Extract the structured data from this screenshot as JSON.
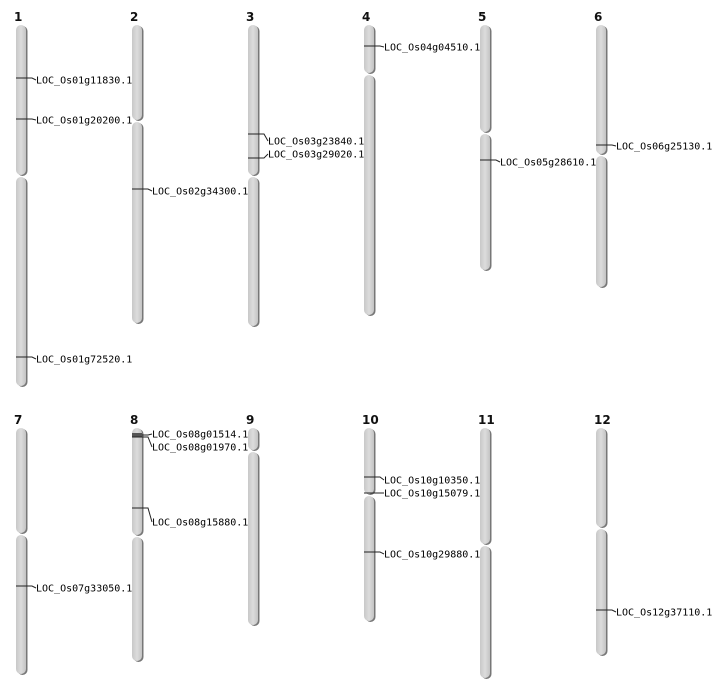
{
  "chromosomes": [
    {
      "name": "1",
      "genes": [
        "LOC_Os01g11830.1",
        "LOC_Os01g20200.1",
        "LOC_Os01g72520.1"
      ]
    },
    {
      "name": "2",
      "genes": [
        "LOC_Os02g34300.1"
      ]
    },
    {
      "name": "3",
      "genes": [
        "LOC_Os03g23840.1",
        "LOC_Os03g29020.1"
      ]
    },
    {
      "name": "4",
      "genes": [
        "LOC_Os04g04510.1"
      ]
    },
    {
      "name": "5",
      "genes": [
        "LOC_Os05g28610.1"
      ]
    },
    {
      "name": "6",
      "genes": [
        "LOC_Os06g25130.1"
      ]
    },
    {
      "name": "7",
      "genes": [
        "LOC_Os07g33050.1"
      ]
    },
    {
      "name": "8",
      "genes": [
        "LOC_Os08g01514.1",
        "LOC_Os08g01970.1",
        "LOC_Os08g15880.1"
      ]
    },
    {
      "name": "9",
      "genes": []
    },
    {
      "name": "10",
      "genes": [
        "LOC_Os10g10350.1",
        "LOC_Os10g15079.1",
        "LOC_Os10g29880.1"
      ]
    },
    {
      "name": "11",
      "genes": []
    },
    {
      "name": "12",
      "genes": [
        "LOC_Os12g37110.1"
      ]
    }
  ],
  "colors": {
    "chromosome": "#d3d3d3",
    "shadow": "#777777",
    "marker": "#222222"
  }
}
